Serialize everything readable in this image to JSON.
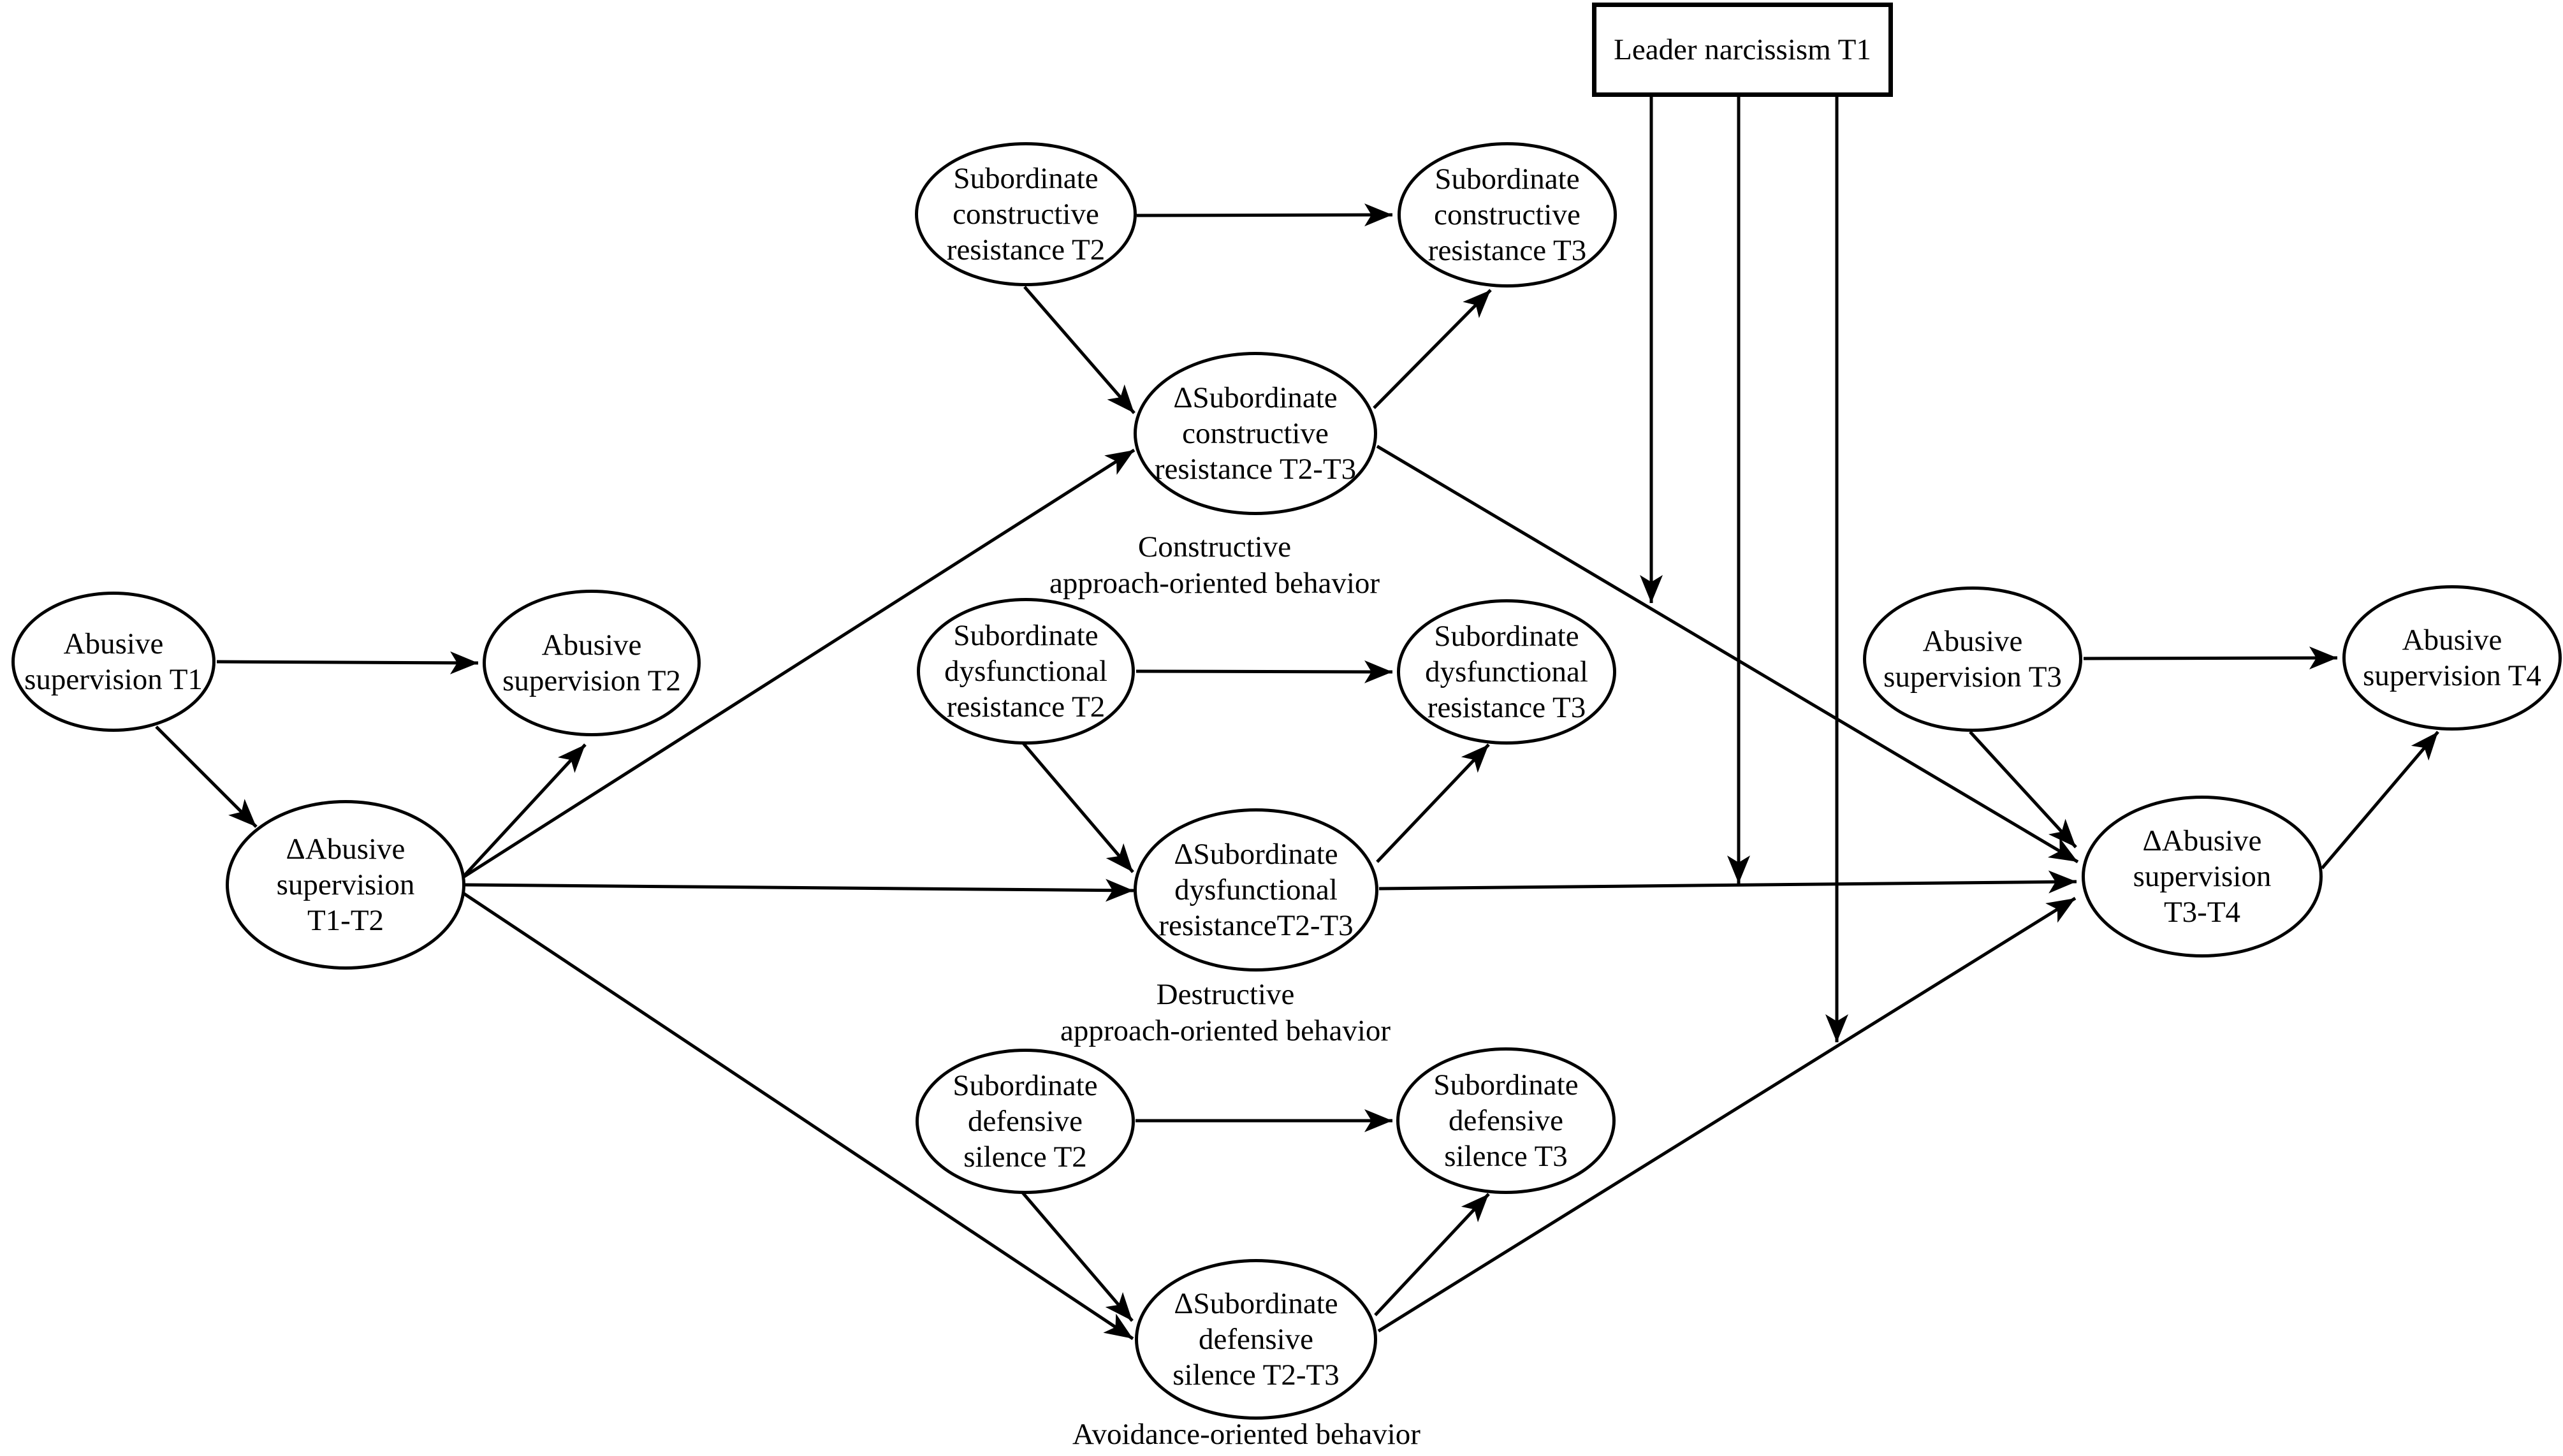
{
  "figure": {
    "background_color": "#ffffff",
    "line_color": "#000000",
    "description": "Longitudinal moderated-mediation path model of abusive supervision, subordinate resistance behaviors and leader narcissism"
  },
  "moderator": {
    "label": "Leader narcissism T1"
  },
  "nodes": {
    "abusive_t1": {
      "label": "Abusive\nsupervision T1"
    },
    "abusive_t2": {
      "label": "Abusive\nsupervision T2"
    },
    "delta_abusive_t1_t2": {
      "label": "ΔAbusive\nsupervision\nT1-T2"
    },
    "constructive_t2": {
      "label": "Subordinate\nconstructive\nresistance T2"
    },
    "constructive_t3": {
      "label": "Subordinate\nconstructive\nresistance T3"
    },
    "delta_constructive": {
      "label": "ΔSubordinate\nconstructive\nresistance T2-T3"
    },
    "dysfunctional_t2": {
      "label": "Subordinate\ndysfunctional\nresistance T2"
    },
    "dysfunctional_t3": {
      "label": "Subordinate\ndysfunctional\nresistance T3"
    },
    "delta_dysfunctional": {
      "label": "ΔSubordinate\ndysfunctional\nresistanceT2-T3"
    },
    "silence_t2": {
      "label": "Subordinate\ndefensive\nsilence T2"
    },
    "silence_t3": {
      "label": "Subordinate\ndefensive\nsilence T3"
    },
    "delta_silence": {
      "label": "ΔSubordinate\ndefensive\nsilence T2-T3"
    },
    "abusive_t3": {
      "label": "Abusive\nsupervision T3"
    },
    "abusive_t4": {
      "label": "Abusive\nsupervision T4"
    },
    "delta_abusive_t3_t4": {
      "label": "ΔAbusive\nsupervision\nT3-T4"
    }
  },
  "captions": {
    "constructive": "Constructive\napproach-oriented behavior",
    "destructive": "Destructive\napproach-oriented behavior",
    "avoidance": "Avoidance-oriented behavior"
  },
  "edges": [
    {
      "from": "abusive_t1",
      "to": "abusive_t2"
    },
    {
      "from": "abusive_t1",
      "to": "delta_abusive_t1_t2"
    },
    {
      "from": "delta_abusive_t1_t2",
      "to": "abusive_t2"
    },
    {
      "from": "delta_abusive_t1_t2",
      "to": "delta_constructive"
    },
    {
      "from": "delta_abusive_t1_t2",
      "to": "delta_dysfunctional"
    },
    {
      "from": "delta_abusive_t1_t2",
      "to": "delta_silence"
    },
    {
      "from": "constructive_t2",
      "to": "constructive_t3"
    },
    {
      "from": "constructive_t2",
      "to": "delta_constructive"
    },
    {
      "from": "delta_constructive",
      "to": "constructive_t3"
    },
    {
      "from": "delta_constructive",
      "to": "delta_abusive_t3_t4"
    },
    {
      "from": "dysfunctional_t2",
      "to": "dysfunctional_t3"
    },
    {
      "from": "dysfunctional_t2",
      "to": "delta_dysfunctional"
    },
    {
      "from": "delta_dysfunctional",
      "to": "dysfunctional_t3"
    },
    {
      "from": "delta_dysfunctional",
      "to": "delta_abusive_t3_t4"
    },
    {
      "from": "silence_t2",
      "to": "silence_t3"
    },
    {
      "from": "silence_t2",
      "to": "delta_silence"
    },
    {
      "from": "delta_silence",
      "to": "silence_t3"
    },
    {
      "from": "delta_silence",
      "to": "delta_abusive_t3_t4"
    },
    {
      "from": "abusive_t3",
      "to": "abusive_t4"
    },
    {
      "from": "abusive_t3",
      "to": "delta_abusive_t3_t4"
    },
    {
      "from": "delta_abusive_t3_t4",
      "to": "abusive_t4"
    }
  ],
  "moderation_arrows": [
    {
      "from": "moderator",
      "onto_path": "delta_constructive → delta_abusive_t3_t4"
    },
    {
      "from": "moderator",
      "onto_path": "delta_dysfunctional → delta_abusive_t3_t4"
    },
    {
      "from": "moderator",
      "onto_path": "delta_silence → delta_abusive_t3_t4"
    }
  ]
}
